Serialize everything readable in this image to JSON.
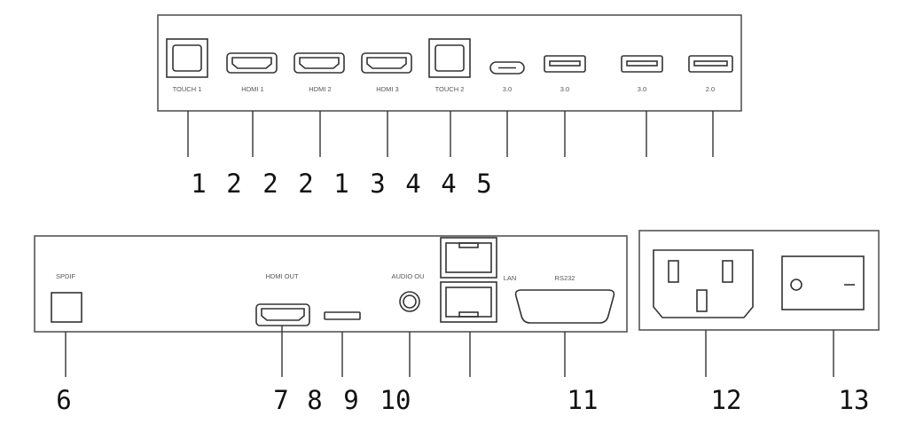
{
  "top_panel": {
    "labels": {
      "touch1": "TOUCH 1",
      "hdmi1": "HDMI 1",
      "hdmi2": "HDMI 2",
      "hdmi3": "HDMI 3",
      "touch2": "TOUCH 2",
      "usbc": "3.0",
      "usb_a": "3.0",
      "usb_b": "3.0",
      "usb_c2": "2.0"
    },
    "numbers": [
      "1",
      "2",
      "2",
      "2",
      "1",
      "3",
      "4",
      "4",
      "5"
    ]
  },
  "bottom_panel": {
    "labels": {
      "spdif": "SPDIF",
      "hdmi_out": "HDMI OUT",
      "audio_out": "AUDIO OU",
      "lan": "LAN",
      "rs232": "RS232"
    },
    "numbers": {
      "n6": "6",
      "n7": "7",
      "n8": "8",
      "n9": "9",
      "n10": "10",
      "n11": "11",
      "n12": "12",
      "n13": "13"
    }
  }
}
